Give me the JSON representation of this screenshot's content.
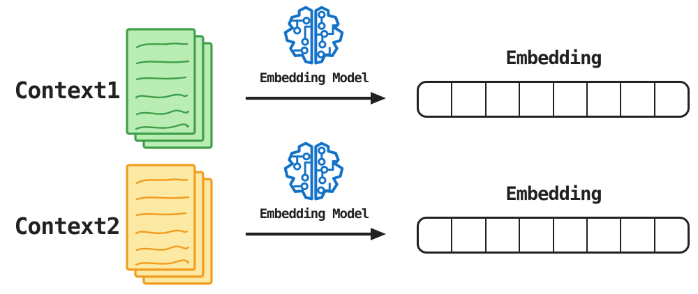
{
  "colors": {
    "ink": "#212121",
    "blue": "#1372c8",
    "green-fill": "#b9edb4",
    "green-stroke": "#3f9f4a",
    "orange-fill": "#fce9a4",
    "orange-stroke": "#f29c1d"
  },
  "rows": [
    {
      "context_label": "Context1",
      "doc_icon": "green-document-stack-icon",
      "model_icon": "circuit-brain-icon",
      "model_label": "Embedding Model",
      "arrow_icon": "right-arrow-icon",
      "embedding_title": "Embedding",
      "embedding_cells": 8
    },
    {
      "context_label": "Context2",
      "doc_icon": "orange-document-stack-icon",
      "model_icon": "circuit-brain-icon",
      "model_label": "Embedding Model",
      "arrow_icon": "right-arrow-icon",
      "embedding_title": "Embedding",
      "embedding_cells": 8
    }
  ]
}
